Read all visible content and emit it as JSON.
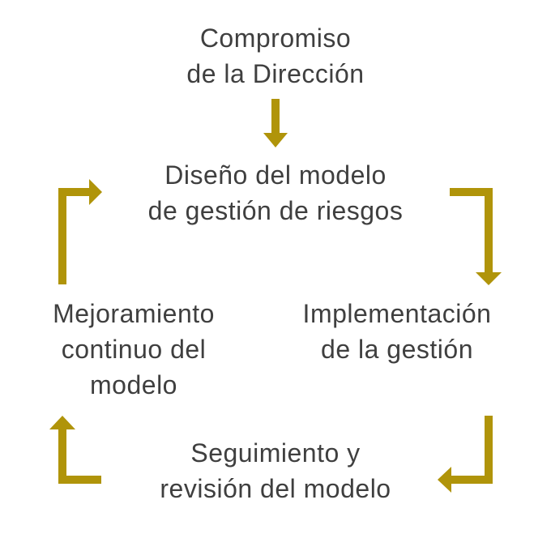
{
  "colors": {
    "arrow": "#B0940A",
    "text": "#3f3f3f"
  },
  "nodes": {
    "commitment": {
      "line1": "Compromiso",
      "line2": "de la Dirección"
    },
    "design": {
      "line1": "Diseño del modelo",
      "line2": "de gestión de riesgos"
    },
    "implementation": {
      "line1": "Implementación",
      "line2": "de la gestión"
    },
    "monitoring": {
      "line1": "Seguimiento y",
      "line2": "revisión del modelo"
    },
    "improvement": {
      "line1": "Mejoramiento",
      "line2": "continuo del",
      "line3": "modelo"
    }
  }
}
